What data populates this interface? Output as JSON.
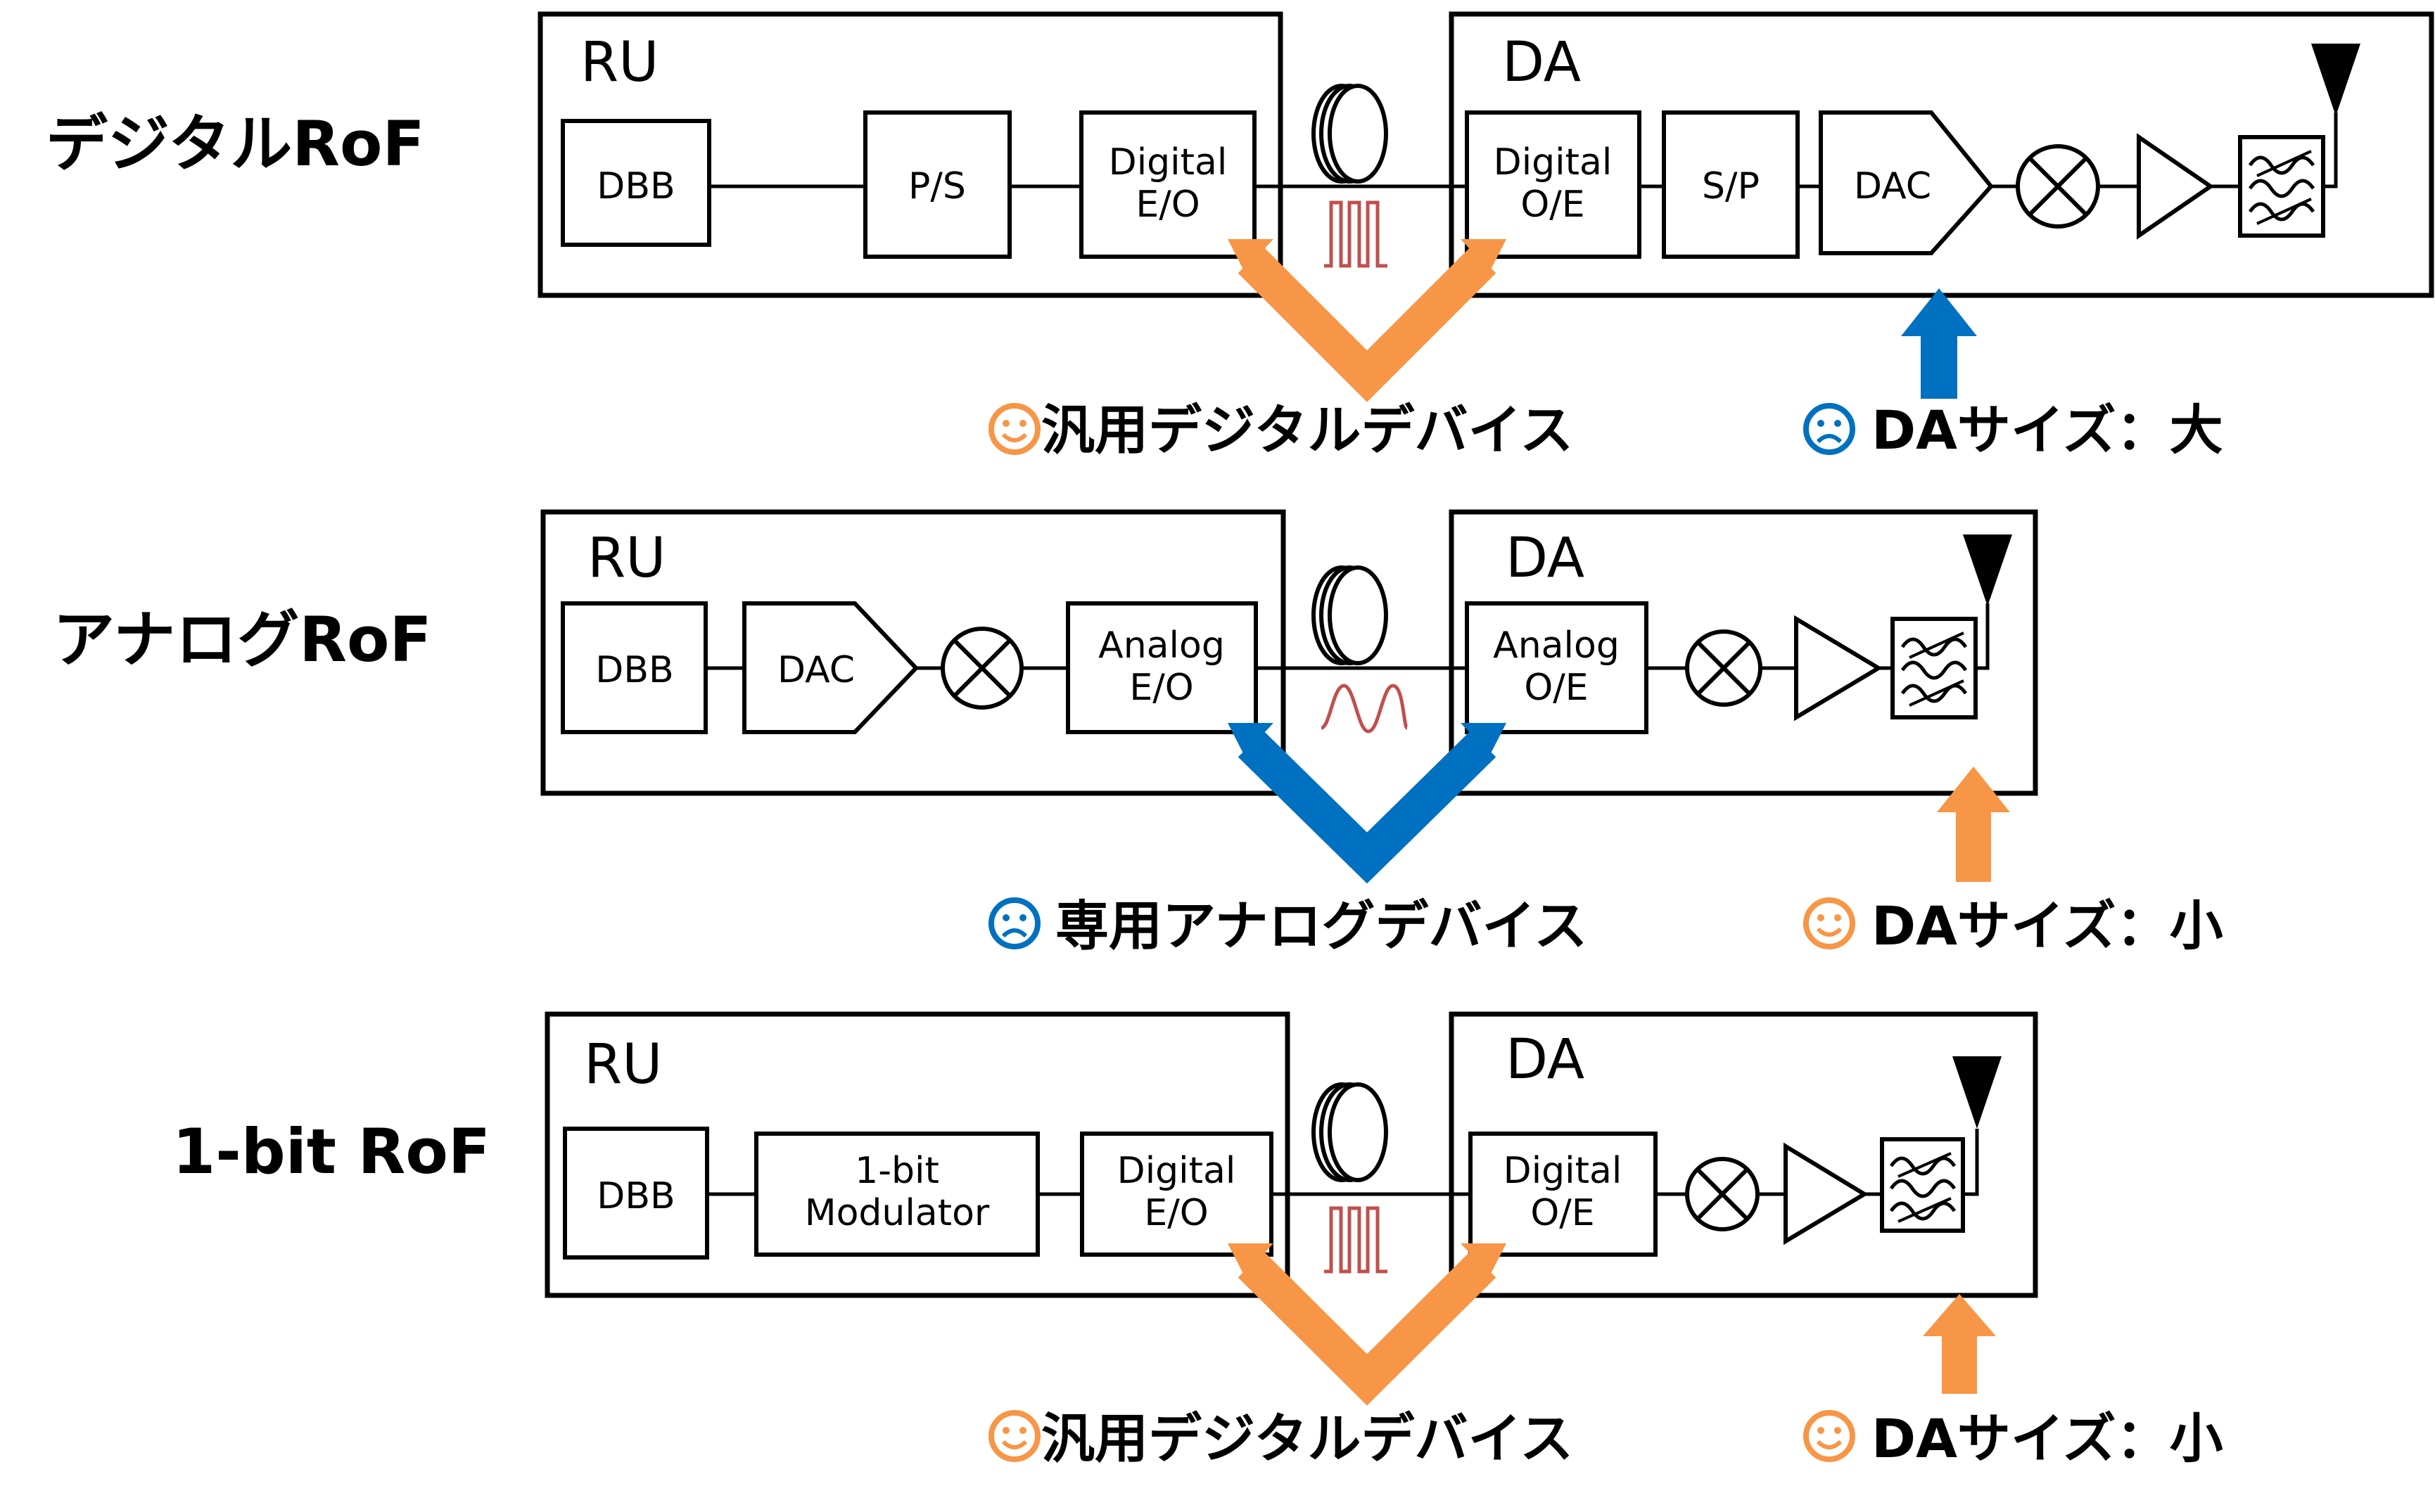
{
  "colors": {
    "good": "#F79646",
    "bad": "#0070C0",
    "signal": "#C0504D",
    "line": "#000000"
  },
  "rows": [
    {
      "title": "デジタルRoF",
      "ru_label": "RU",
      "da_label": "DA",
      "ru_blocks": [
        "DBB",
        "P/S",
        "Digital\nE/O"
      ],
      "da_blocks": [
        "Digital\nO/E",
        "S/P",
        "DAC"
      ],
      "signal_icon": "pulse-train-icon",
      "note_left": {
        "face": "smile-icon",
        "text": "汎用デジタルデバイス"
      },
      "note_right": {
        "face": "frown-icon",
        "text": "DAサイズ：大"
      }
    },
    {
      "title": "アナログRoF",
      "ru_label": "RU",
      "da_label": "DA",
      "ru_blocks": [
        "DBB",
        "DAC",
        "Analog\nE/O"
      ],
      "da_blocks": [
        "Analog\nO/E"
      ],
      "signal_icon": "sine-wave-icon",
      "note_left": {
        "face": "frown-icon",
        "text": "専用アナログデバイス"
      },
      "note_right": {
        "face": "smile-icon",
        "text": "DAサイズ：小"
      }
    },
    {
      "title": "1-bit RoF",
      "ru_label": "RU",
      "da_label": "DA",
      "ru_blocks": [
        "DBB",
        "1-bit\nModulator",
        "Digital\nE/O"
      ],
      "da_blocks": [
        "Digital\nO/E"
      ],
      "signal_icon": "pulse-train-icon",
      "note_left": {
        "face": "smile-icon",
        "text": "汎用デジタルデバイス"
      },
      "note_right": {
        "face": "smile-icon",
        "text": "DAサイズ：小"
      }
    }
  ]
}
